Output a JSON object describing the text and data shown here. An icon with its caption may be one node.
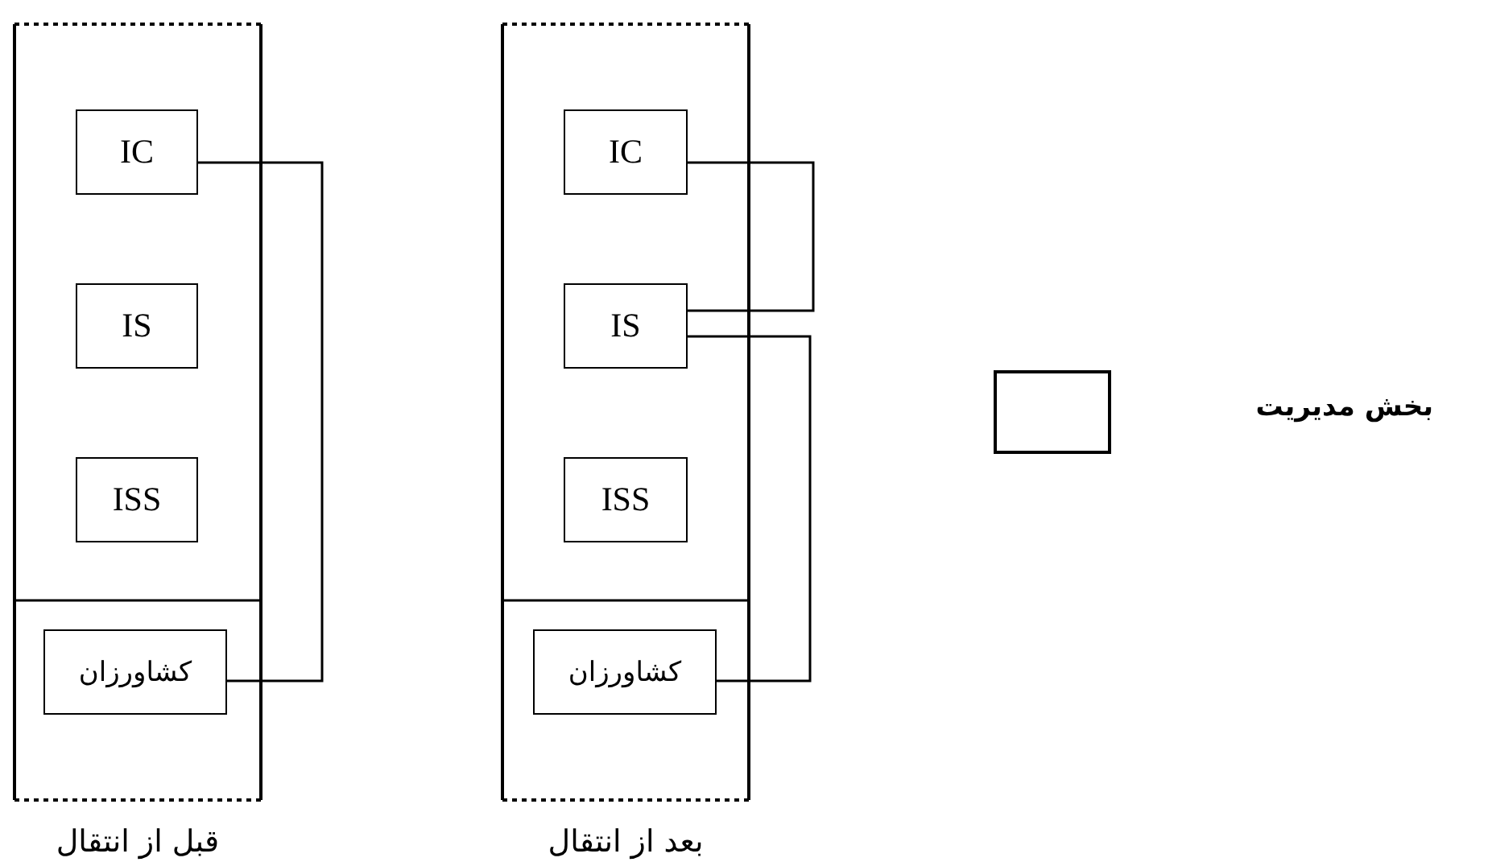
{
  "diagram": {
    "nodes": [
      {
        "text": [
          "قبل از انتقال"
        ]
      },
      {
        "text": [
          "IC"
        ],
        "in": 0
      },
      {
        "text": [
          "IS"
        ],
        "in": 0
      },
      {
        "text": [
          "ISS"
        ],
        "in": 0
      },
      {
        "text": [
          "کشاورزان"
        ],
        "in": 0
      },
      {
        "text": [
          "بعد از انتقال"
        ]
      },
      {
        "text": [
          "IC"
        ],
        "in": 5
      },
      {
        "text": [
          "IS"
        ],
        "in": 5
      },
      {
        "text": [
          "ISS"
        ],
        "in": 5
      },
      {
        "text": [
          "کشاورزان"
        ],
        "in": 5
      }
    ],
    "edges": [
      {
        "from": 1,
        "to": 4,
        "arrow": "none"
      },
      {
        "from": 6,
        "to": 7,
        "arrow": "none"
      },
      {
        "from": 7,
        "to": 9,
        "arrow": "none"
      }
    ],
    "legend": [
      {
        "text": "بخش مدیریت"
      }
    ]
  }
}
